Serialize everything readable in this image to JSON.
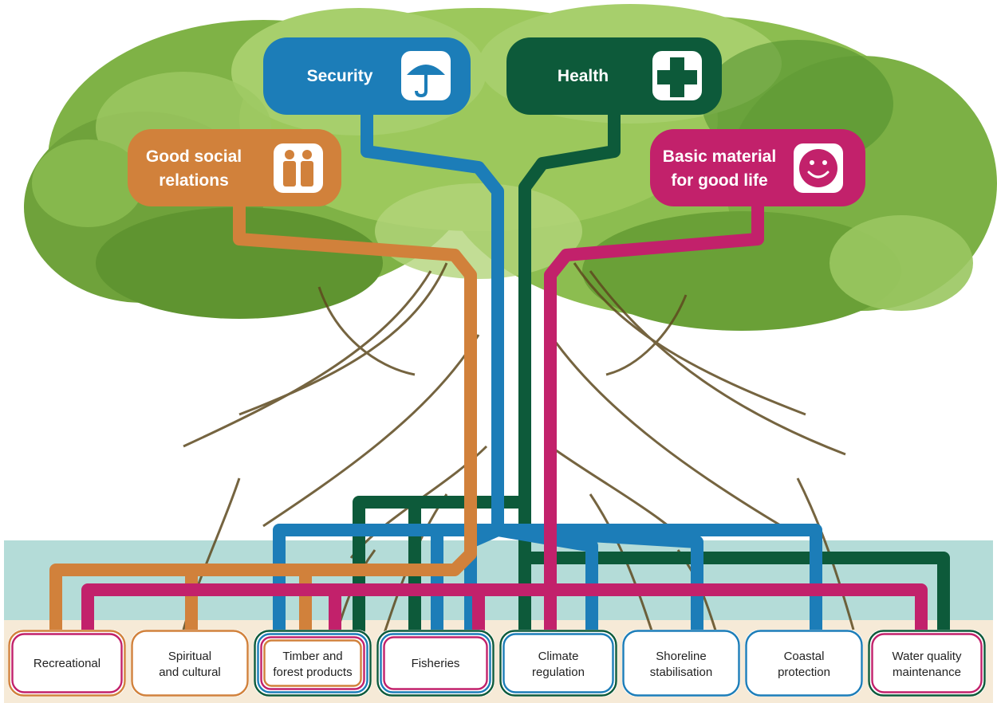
{
  "colors": {
    "security": "#1c7db8",
    "health": "#0d5a3a",
    "social": "#d1813b",
    "material": "#c2216b",
    "water": "#b4dcd8",
    "sand": "#f6ead7",
    "foliage_dark": "#4f8e2c",
    "foliage_light": "#a7cf6c",
    "roots": "#5e4a1f"
  },
  "wellbeing": {
    "security": {
      "label": "Security",
      "icon": "umbrella-icon"
    },
    "health": {
      "label": "Health",
      "icon": "medical-cross-icon"
    },
    "social": {
      "label_line1": "Good social",
      "label_line2": "relations",
      "icon": "people-icon"
    },
    "material": {
      "label_line1": "Basic material",
      "label_line2": "for good life",
      "icon": "smiley-icon"
    }
  },
  "services": [
    {
      "id": "recreational",
      "line1": "Recreational",
      "line2": "",
      "borders": [
        "#d1813b",
        "#c2216b"
      ]
    },
    {
      "id": "spiritual",
      "line1": "Spiritual",
      "line2": "and cultural",
      "borders": [
        "#d1813b"
      ]
    },
    {
      "id": "timber",
      "line1": "Timber and",
      "line2": "forest products",
      "borders": [
        "#0d5a3a",
        "#1c7db8",
        "#c2216b",
        "#d1813b"
      ]
    },
    {
      "id": "fisheries",
      "line1": "Fisheries",
      "line2": "",
      "borders": [
        "#0d5a3a",
        "#1c7db8",
        "#c2216b"
      ]
    },
    {
      "id": "climate",
      "line1": "Climate",
      "line2": "regulation",
      "borders": [
        "#0d5a3a",
        "#1c7db8"
      ]
    },
    {
      "id": "shoreline",
      "line1": "Shoreline",
      "line2": "stabilisation",
      "borders": [
        "#1c7db8"
      ]
    },
    {
      "id": "coastal",
      "line1": "Coastal",
      "line2": "protection",
      "borders": [
        "#1c7db8"
      ]
    },
    {
      "id": "water-quality",
      "line1": "Water quality",
      "line2": "maintenance",
      "borders": [
        "#0d5a3a",
        "#c2216b"
      ]
    }
  ]
}
